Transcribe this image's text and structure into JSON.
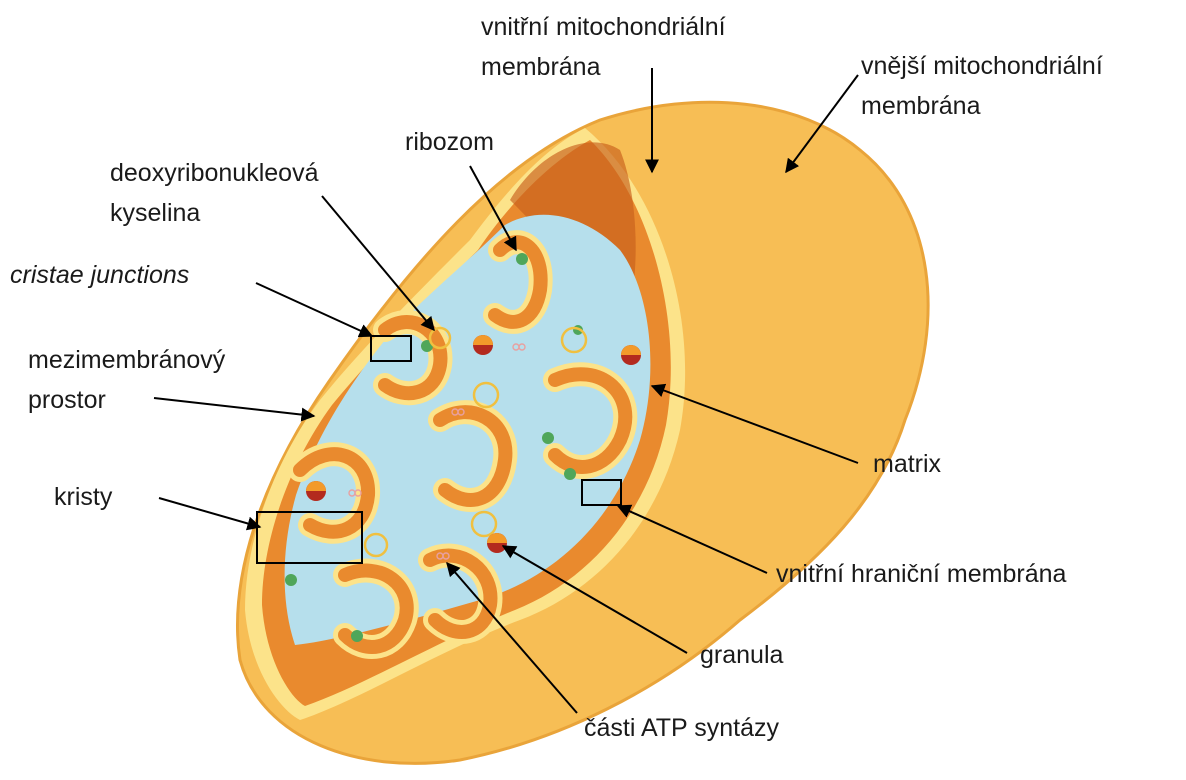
{
  "colors": {
    "outer_membrane": "#F7BE55",
    "outer_shadow": "#E9A43A",
    "inner_wall": "#E98A2E",
    "inner_wall_dark": "#C8601C",
    "membrane_edge": "#FCE38A",
    "matrix": "#B6DFEC",
    "ribosome": "#4FA65A",
    "granule_top": "#F39A2A",
    "granule_bottom": "#B32A1E",
    "dna": "#F0C040",
    "line": "#000000"
  },
  "labels": {
    "inner_membrane": [
      "vnitřní mitochondriální",
      "membrána"
    ],
    "outer_membrane": [
      "vnější mitochondriální",
      "membrána"
    ],
    "ribosome": "ribozom",
    "dna": [
      "deoxyribonukleová",
      "kyselina"
    ],
    "cristae_junctions": "cristae junctions",
    "intermembrane_space": [
      "mezimembránový",
      "prostor"
    ],
    "cristae": "kristy",
    "matrix": "matrix",
    "inner_boundary_membrane": "vnitřní hraniční membrána",
    "granula": "granula",
    "atp_synthase": "části ATP syntázy"
  }
}
